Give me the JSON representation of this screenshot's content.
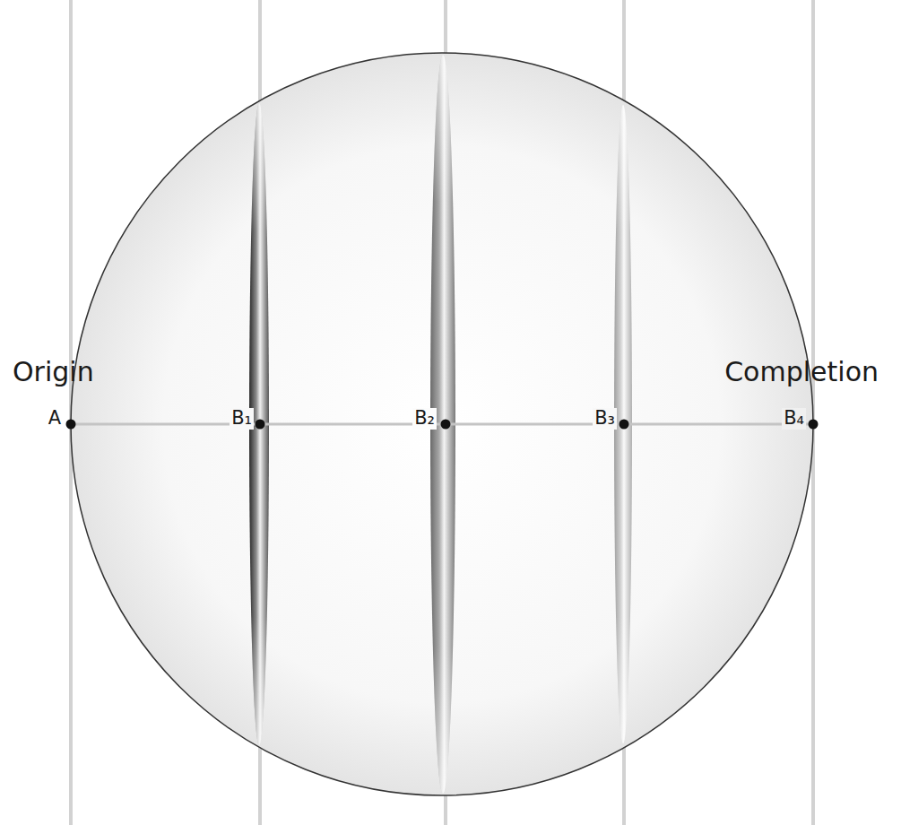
{
  "diagram": {
    "labels": [
      "Origin",
      "Completion",
      "A",
      "B₁",
      "B₂",
      "B₃",
      "B₄"
    ]
  }
}
